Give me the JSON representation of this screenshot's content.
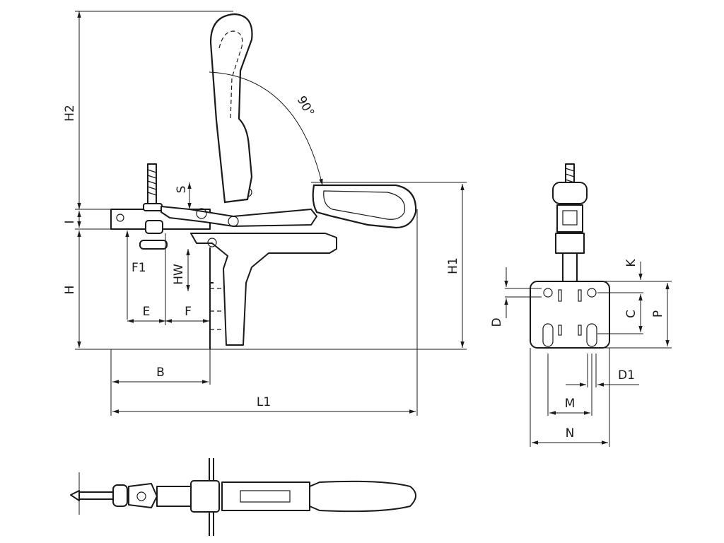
{
  "labels": {
    "h2": "H2",
    "angle": "90°",
    "s": "S",
    "i": "I",
    "h": "H",
    "f1": "F1",
    "hw": "HW",
    "e": "E",
    "f": "F",
    "h1": "H1",
    "b": "B",
    "l1": "L1",
    "k": "K",
    "d": "D",
    "c": "C",
    "p": "P",
    "d1": "D1",
    "m": "M",
    "n": "N"
  }
}
